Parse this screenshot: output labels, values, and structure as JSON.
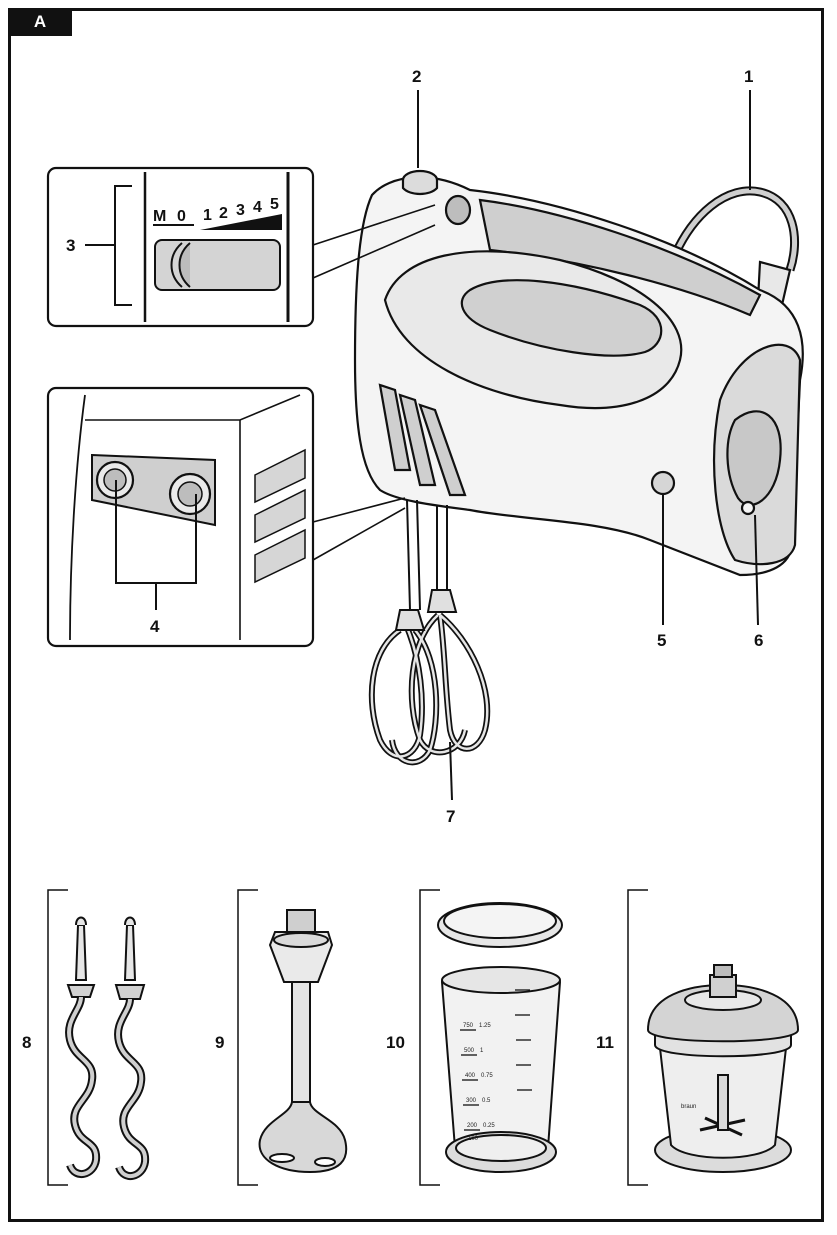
{
  "page_tab": "A",
  "callouts": {
    "c1": "1",
    "c2": "2",
    "c3": "3",
    "c4": "4",
    "c5": "5",
    "c6": "6",
    "c7": "7",
    "c8": "8",
    "c9": "9",
    "c10": "10",
    "c11": "11"
  },
  "speed_dial": {
    "m": "M",
    "zero": "0",
    "s1": "1",
    "s2": "2",
    "s3": "3",
    "s4": "4",
    "s5": "5"
  },
  "beaker_marks": {
    "ml": [
      "750",
      "500",
      "400",
      "300",
      "200",
      "100"
    ],
    "l": [
      "1.25",
      "1",
      "0.75",
      "0.5",
      "0.25"
    ]
  },
  "chopper_brand": "braun",
  "colors": {
    "line": "#111111",
    "body": "#ececec",
    "shade": "#c9c9c9",
    "panel": "#dcdcdc"
  }
}
